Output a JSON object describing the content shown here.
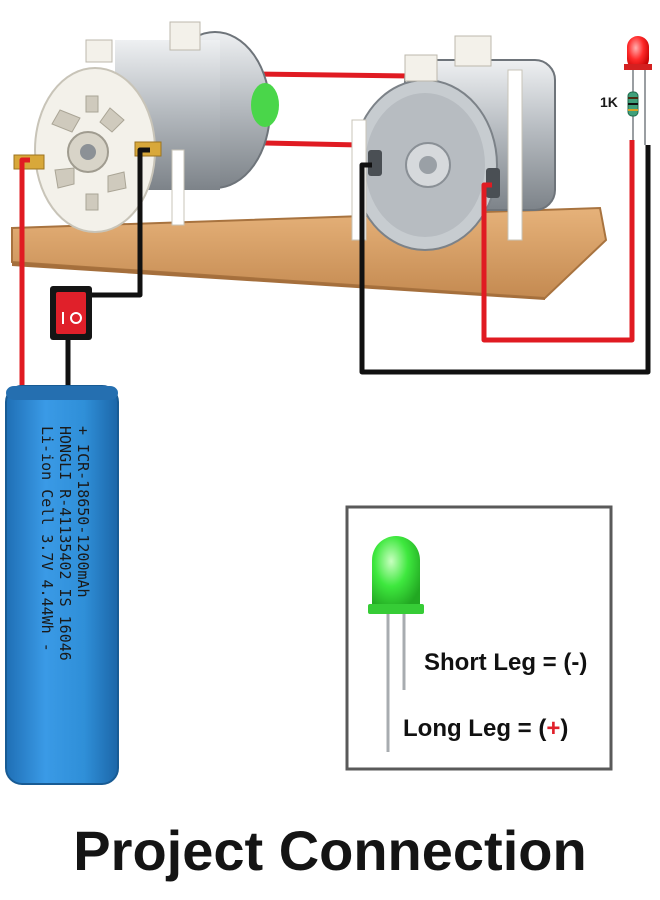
{
  "diagram": {
    "title": "Project Connection",
    "resistor_label": "1K",
    "battery_lines": [
      "+ ICR-18650-1200mAh",
      "HONGLI R-41135402    IS 16046",
      "Li-ion Cell 3.7V 4.44Wh   -"
    ],
    "legend": {
      "short_leg_text": "Short Leg = (",
      "short_leg_sign": "-",
      "long_leg_text": "Long Leg = (",
      "long_leg_sign": "+",
      "close_paren": ")"
    },
    "switch_symbol": "I O",
    "colors": {
      "wire_positive": "#e01b22",
      "wire_negative": "#111111",
      "battery": "#2f8fd8",
      "board": "#d9a46b",
      "led_red": "#ff2a2a",
      "led_green": "#3ee83e",
      "switch_red": "#e0202a",
      "plus_sign": "#e0202a"
    },
    "icons": [
      "dc-motor-icon",
      "dc-motor-icon",
      "battery-icon",
      "rocker-switch-icon",
      "led-icon",
      "resistor-icon"
    ]
  }
}
